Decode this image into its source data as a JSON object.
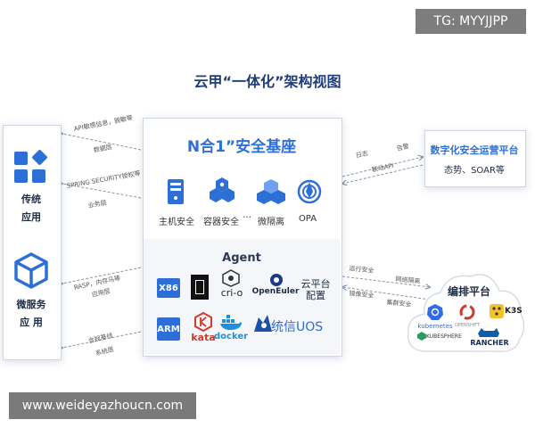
{
  "watermark_top": "TG: MYYJJPP",
  "watermark_bottom": "www.weideyazhoucn.com",
  "title": "云甲“一体化”架构视图",
  "left": {
    "traditional_app": "传统\n应用",
    "microservice_app": "微服务\n应 用"
  },
  "left_edges": [
    {
      "line1": "API敏感信息，脱敏等",
      "line2": "数据层"
    },
    {
      "line1": "SPRING SECURITY授权等",
      "line2": "业务层"
    },
    {
      "line1": "RASP，内存马等",
      "line2": "应用层"
    },
    {
      "line1": "合规基线",
      "line2": "系统层"
    }
  ],
  "center": {
    "title": "N合1”安全基座",
    "modules": [
      "主机安全",
      "容器安全",
      "…",
      "微隔离",
      "OPA"
    ],
    "agent_title": "Agent",
    "platforms_row1": [
      "X86",
      "cri-o",
      "OpenEuler"
    ],
    "cloud_config": "云平台\n配置",
    "platforms_row2": [
      "ARM",
      "kata",
      "docker",
      "统信UOS"
    ]
  },
  "right_top": {
    "edge_labels": [
      "日志",
      "告警",
      "联动API"
    ],
    "title": "数字化安全运营平台",
    "subtitle": "态势、SOAR等"
  },
  "right_bottom": {
    "edge_labels": [
      "运行安全",
      "网络隔离",
      "镜像安全",
      "集群安全"
    ],
    "title": "编排平台",
    "logos": [
      "kubernetes",
      "OPENSHIFT",
      "K3S",
      "KUBESPHERE",
      "RANCHER"
    ]
  },
  "colors": {
    "accent_blue": "#2d6fd6",
    "title_navy": "#1f3d7a",
    "kata_red": "#d23a2e",
    "docker_blue": "#1d8fe1"
  }
}
